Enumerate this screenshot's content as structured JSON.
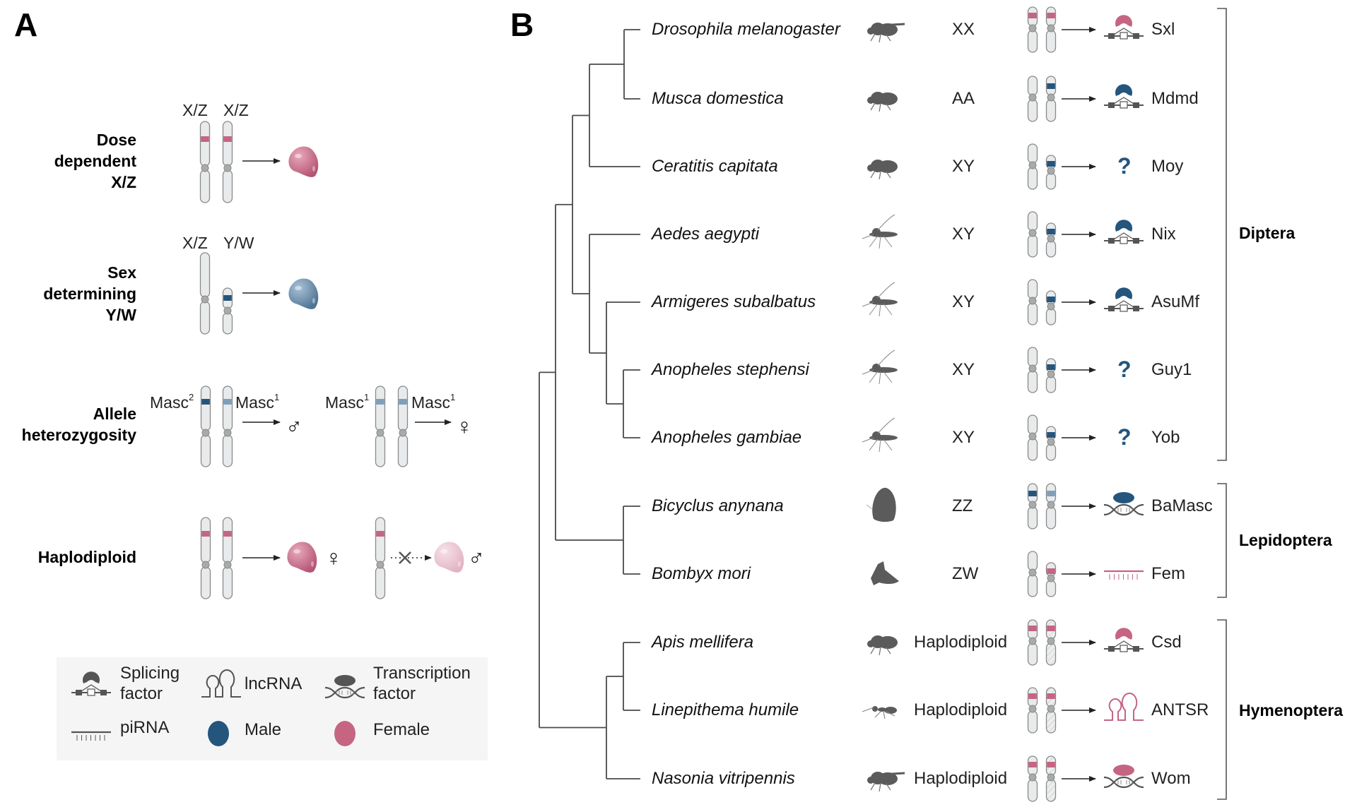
{
  "panel_a": {
    "letter": "A",
    "mechanisms": [
      {
        "label_lines": [
          "Dose",
          "dependent",
          "X/Z"
        ],
        "chromosome_labels": [
          "X/Z",
          "X/Z"
        ],
        "outcome": "female-cell"
      },
      {
        "label_lines": [
          "Sex",
          "determining",
          "Y/W"
        ],
        "chromosome_labels": [
          "X/Z",
          "Y/W"
        ],
        "outcome": "male-cell"
      },
      {
        "label_lines": [
          "Allele",
          "heterozygosity"
        ],
        "cases": [
          {
            "left": "Masc",
            "left_sup": "2",
            "right": "Masc",
            "right_sup": "1",
            "outcome": "♂"
          },
          {
            "left": "Masc",
            "left_sup": "1",
            "right": "Masc",
            "right_sup": "1",
            "outcome": "♀"
          }
        ]
      },
      {
        "label_lines": [
          "Haplodiploid"
        ],
        "cases": [
          {
            "ploidy": "diploid",
            "outcome": "♀",
            "blocked": false
          },
          {
            "ploidy": "haploid",
            "outcome": "♂",
            "blocked": true
          }
        ]
      }
    ],
    "legend": {
      "items": [
        {
          "icon": "splicing-factor-icon",
          "label_lines": [
            "Splicing",
            "factor"
          ]
        },
        {
          "icon": "lncrna-icon",
          "label_lines": [
            "lncRNA"
          ]
        },
        {
          "icon": "transcription-factor-icon",
          "label_lines": [
            "Transcription",
            "factor"
          ]
        },
        {
          "icon": "pirna-icon",
          "label_lines": [
            "piRNA"
          ]
        },
        {
          "icon": "male-dot-icon",
          "label_lines": [
            "Male"
          ]
        },
        {
          "icon": "female-dot-icon",
          "label_lines": [
            "Female"
          ]
        }
      ]
    }
  },
  "panel_b": {
    "letter": "B",
    "species": [
      {
        "name": "Drosophila melanogaster",
        "karyotype": "XX",
        "signal": "female",
        "factor": "splicing",
        "gene": "Sxl",
        "silhouette": "fruit-fly"
      },
      {
        "name": "Musca domestica",
        "karyotype": "AA",
        "signal": "male",
        "factor": "splicing",
        "gene": "Mdmd",
        "silhouette": "housefly"
      },
      {
        "name": "Ceratitis capitata",
        "karyotype": "XY",
        "signal": "male",
        "factor": "unknown",
        "gene": "Moy",
        "silhouette": "medfly"
      },
      {
        "name": "Aedes aegypti",
        "karyotype": "XY",
        "signal": "male",
        "factor": "splicing",
        "gene": "Nix",
        "silhouette": "mosquito"
      },
      {
        "name": "Armigeres subalbatus",
        "karyotype": "XY",
        "signal": "male",
        "factor": "splicing",
        "gene": "AsuMf",
        "silhouette": "mosquito"
      },
      {
        "name": "Anopheles stephensi",
        "karyotype": "XY",
        "signal": "male",
        "factor": "unknown",
        "gene": "Guy1",
        "silhouette": "mosquito"
      },
      {
        "name": "Anopheles gambiae",
        "karyotype": "XY",
        "signal": "male",
        "factor": "unknown",
        "gene": "Yob",
        "silhouette": "mosquito"
      },
      {
        "name": "Bicyclus anynana",
        "karyotype": "ZZ",
        "signal": "male",
        "factor": "transcription",
        "gene": "BaMasc",
        "silhouette": "butterfly"
      },
      {
        "name": "Bombyx mori",
        "karyotype": "ZW",
        "signal": "female",
        "factor": "pirna",
        "gene": "Fem",
        "silhouette": "moth"
      },
      {
        "name": "Apis mellifera",
        "karyotype": "Haplodiploid",
        "signal": "female",
        "factor": "splicing",
        "gene": "Csd",
        "silhouette": "bee"
      },
      {
        "name": "Linepithema humile",
        "karyotype": "Haplodiploid",
        "signal": "female",
        "factor": "lncrna",
        "gene": "ANTSR",
        "silhouette": "ant"
      },
      {
        "name": "Nasonia vitripennis",
        "karyotype": "Haplodiploid",
        "signal": "female",
        "factor": "transcription",
        "gene": "Wom",
        "silhouette": "wasp"
      }
    ],
    "unknown_mark": "?",
    "orders": [
      {
        "name": "Diptera",
        "from": 0,
        "to": 6
      },
      {
        "name": "Lepidoptera",
        "from": 7,
        "to": 8
      },
      {
        "name": "Hymenoptera",
        "from": 9,
        "to": 11
      }
    ]
  },
  "colors": {
    "male": "#24557d",
    "male_light": "#7e9fba",
    "female": "#c56582",
    "female_light": "#ecc7d2",
    "icon_gray": "#555555",
    "chromosome_fill": "#e8eaeb",
    "chromosome_stroke": "#8a8a8a",
    "tree_line": "#4a4a4a",
    "legend_bg": "#f5f5f5"
  }
}
